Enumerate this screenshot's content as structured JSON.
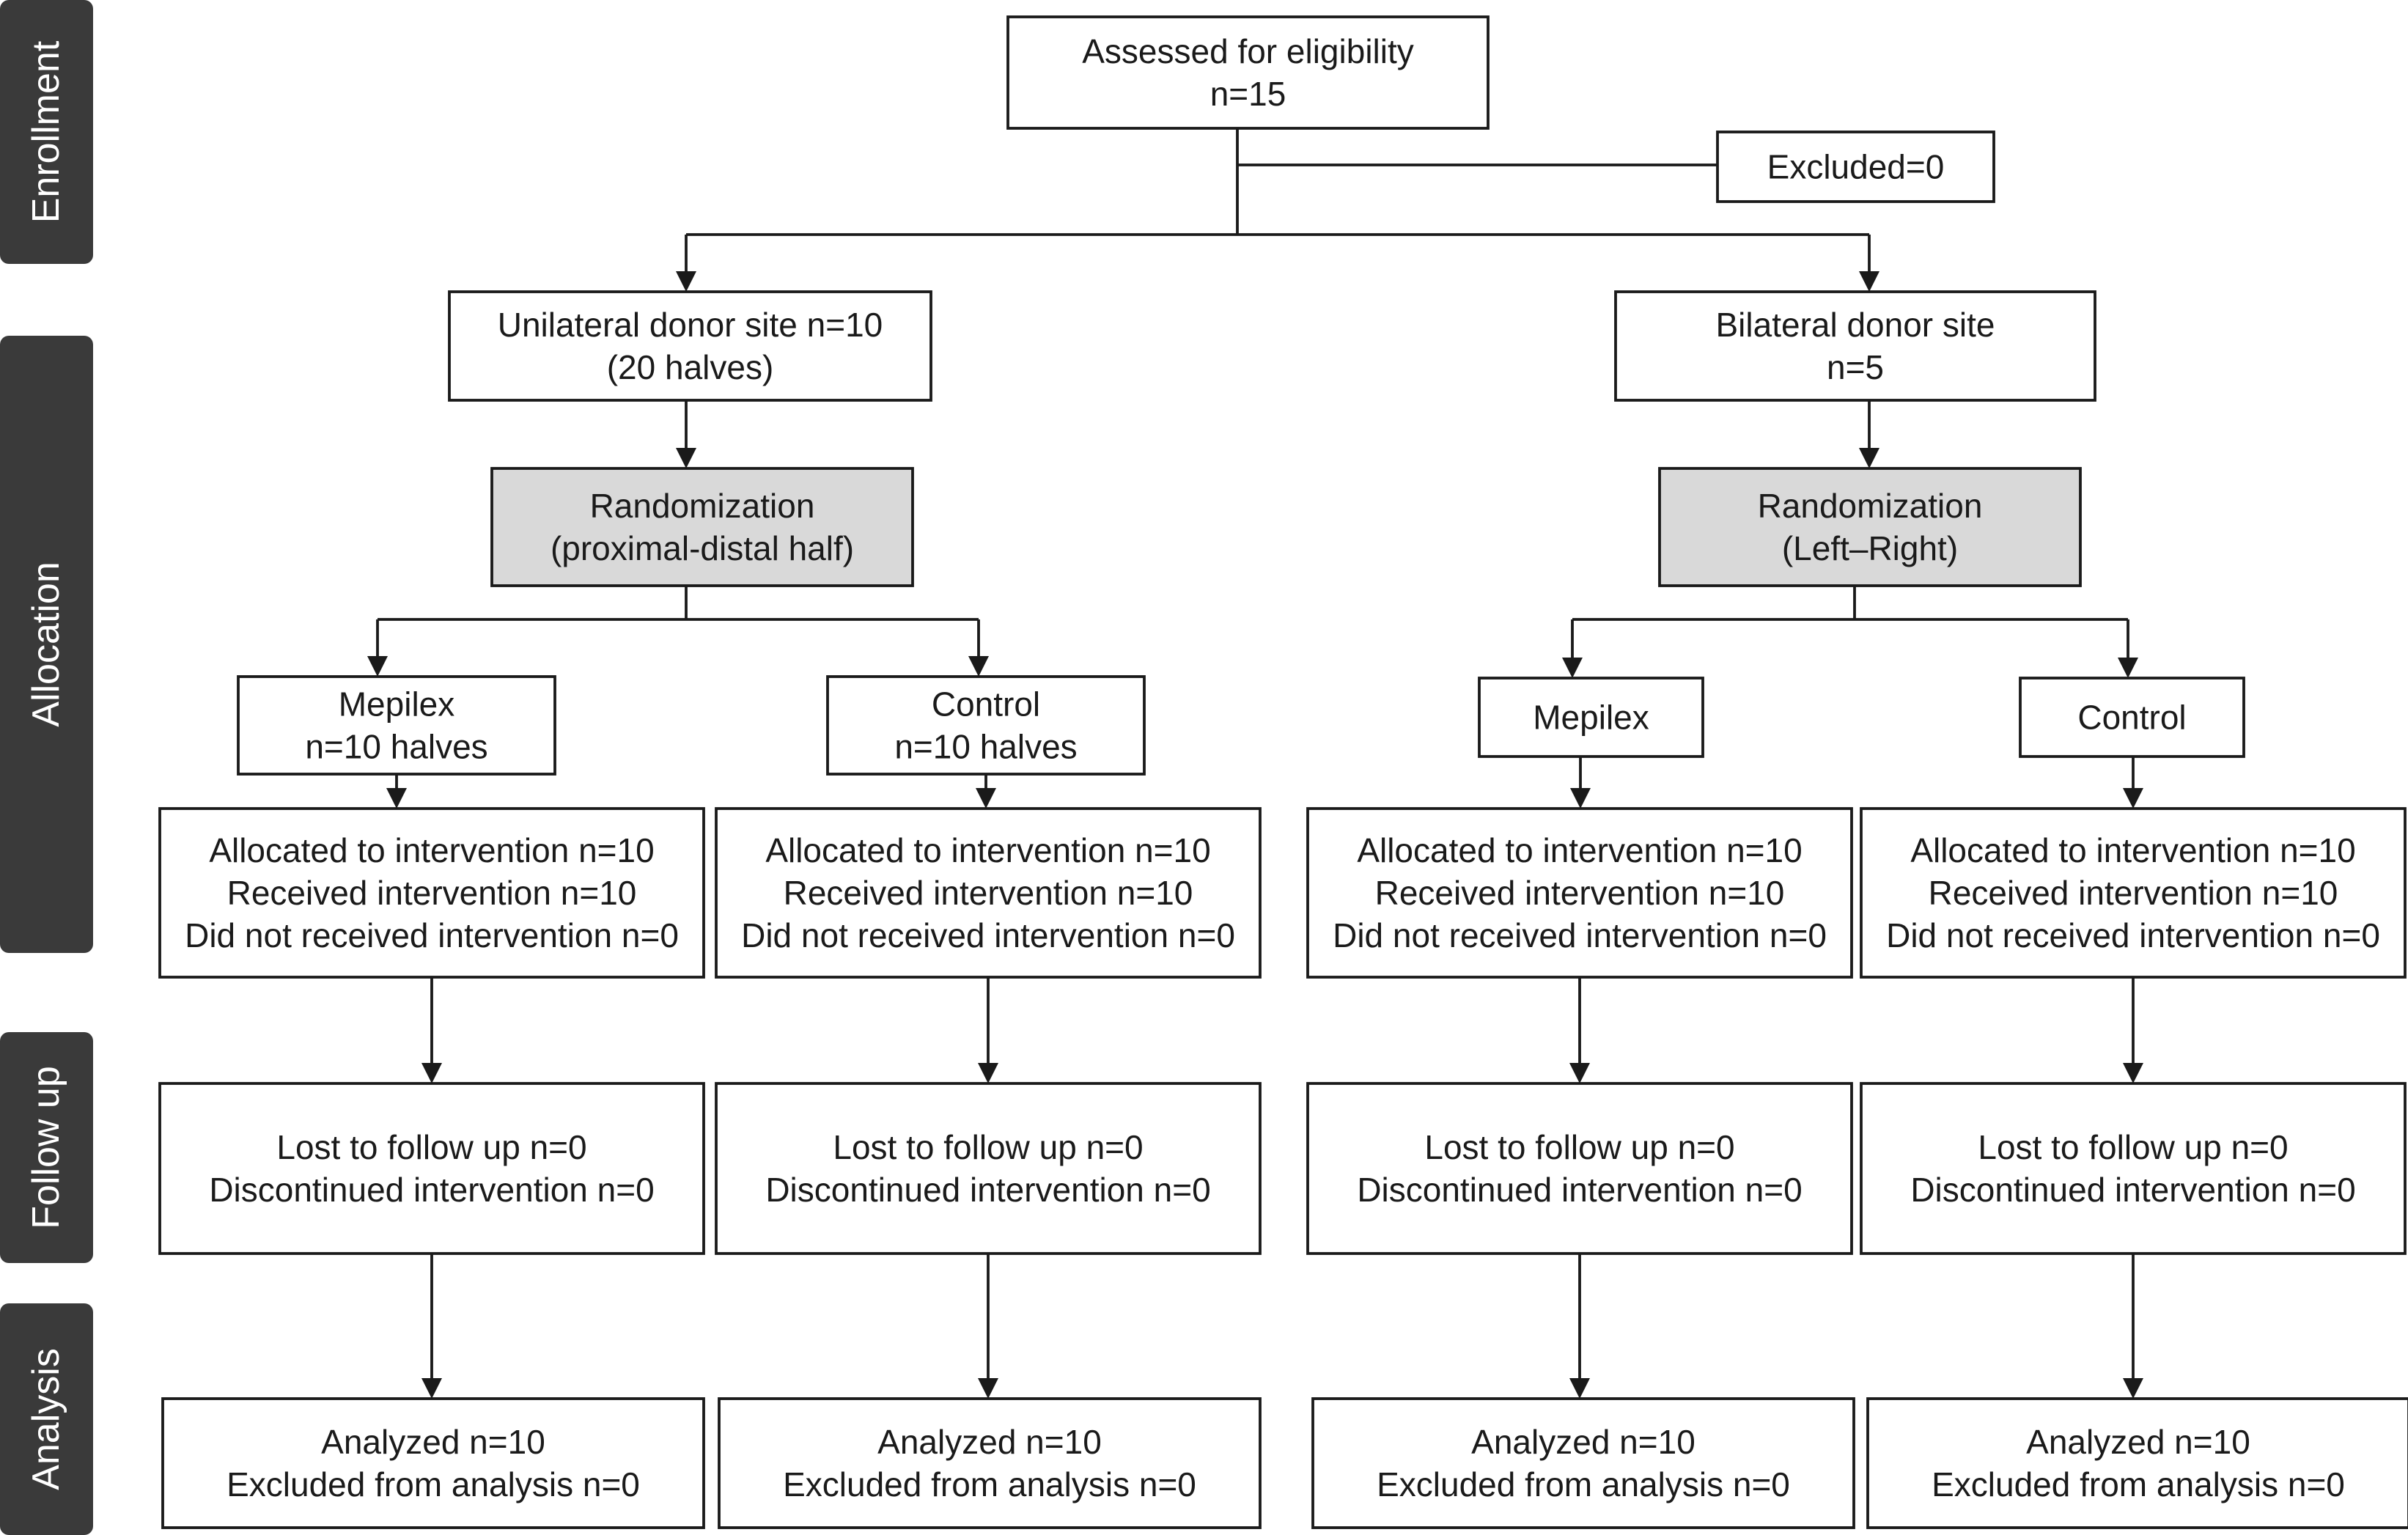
{
  "phases": [
    {
      "id": "enrollment",
      "label": "Enrollment"
    },
    {
      "id": "allocation",
      "label": "Allocation"
    },
    {
      "id": "followup",
      "label": "Follow up"
    },
    {
      "id": "analysis",
      "label": "Analysis"
    }
  ],
  "enrollment": {
    "assessed": [
      "Assessed for eligibility",
      "n=15"
    ],
    "excluded": [
      "Excluded=0"
    ]
  },
  "left_arm": {
    "group": [
      "Unilateral donor site n=10",
      "(20 halves)"
    ],
    "randomization": [
      "Randomization",
      "(proximal-distal half)"
    ],
    "mepilex": [
      "Mepilex",
      "n=10 halves"
    ],
    "control": [
      "Control",
      "n=10 halves"
    ],
    "mepilex_alloc": [
      "Allocated to intervention n=10",
      "Received intervention n=10",
      "Did not received intervention n=0"
    ],
    "control_alloc": [
      "Allocated to intervention n=10",
      "Received intervention n=10",
      "Did not received intervention n=0"
    ],
    "mepilex_followup": [
      "Lost to follow up n=0",
      "Discontinued intervention n=0"
    ],
    "control_followup": [
      "Lost to follow up n=0",
      "Discontinued intervention n=0"
    ],
    "mepilex_analysis": [
      "Analyzed n=10",
      "Excluded from analysis n=0"
    ],
    "control_analysis": [
      "Analyzed n=10",
      "Excluded from analysis n=0"
    ]
  },
  "right_arm": {
    "group": [
      "Bilateral donor site",
      "n=5"
    ],
    "randomization": [
      "Randomization",
      "(Left–Right)"
    ],
    "mepilex": [
      "Mepilex"
    ],
    "control": [
      "Control"
    ],
    "mepilex_alloc": [
      "Allocated to intervention n=10",
      "Received intervention n=10",
      "Did not received intervention n=0"
    ],
    "control_alloc": [
      "Allocated to intervention n=10",
      "Received intervention n=10",
      "Did not received intervention n=0"
    ],
    "mepilex_followup": [
      "Lost to follow up n=0",
      "Discontinued intervention n=0"
    ],
    "control_followup": [
      "Lost to follow up n=0",
      "Discontinued intervention n=0"
    ],
    "mepilex_analysis": [
      "Analyzed n=10",
      "Excluded from analysis n=0"
    ],
    "control_analysis": [
      "Analyzed n=10",
      "Excluded from analysis n=0"
    ]
  }
}
